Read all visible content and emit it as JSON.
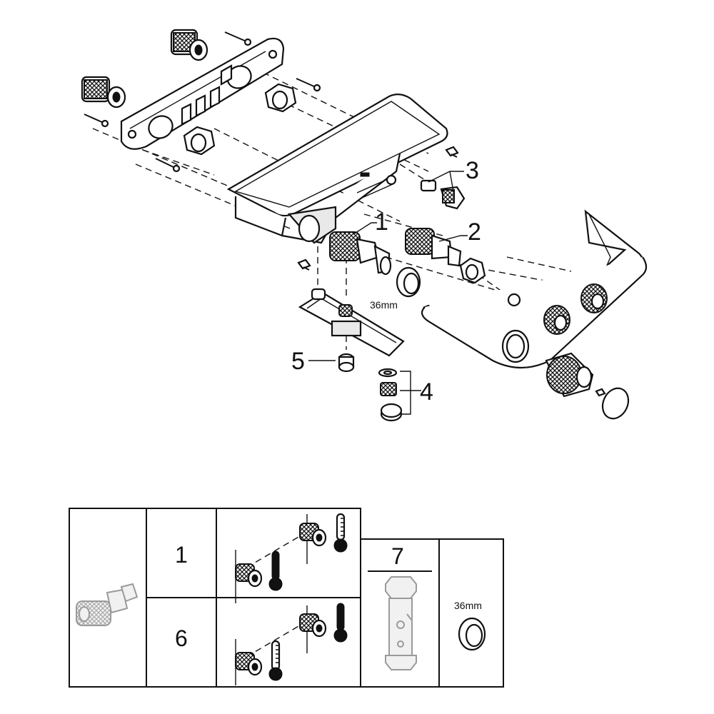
{
  "diagram": {
    "callouts": [
      "1",
      "2",
      "3",
      "4",
      "5"
    ],
    "size_label": "36mm"
  },
  "table": {
    "row1_label": "1",
    "row2_label": "6",
    "tool_label": "7",
    "ring_label": "36mm"
  }
}
